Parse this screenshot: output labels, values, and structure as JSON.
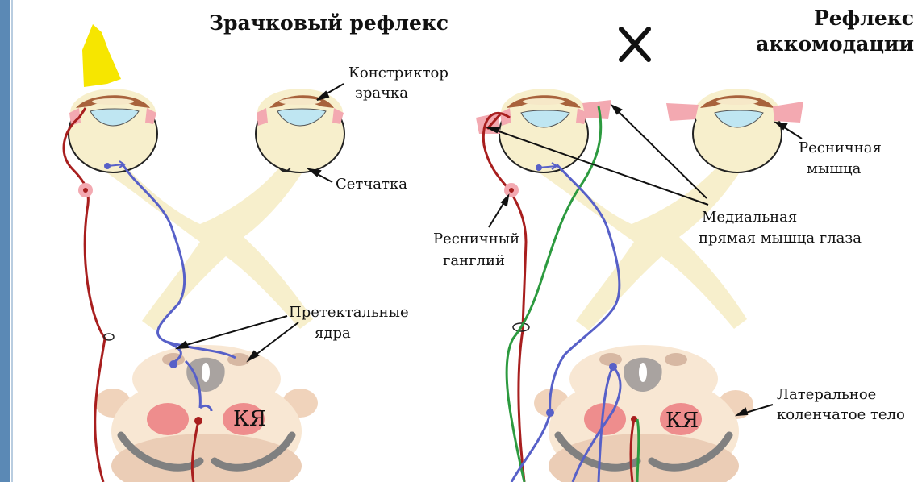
{
  "left_panel": {
    "title": "Зрачковый рефлекс",
    "labels": {
      "constrictor": [
        "Констриктор",
        "зрачка"
      ],
      "retina": "Сетчатка",
      "pretectal": [
        "Претектальные",
        "ядра"
      ],
      "ky": "КЯ"
    }
  },
  "right_panel": {
    "title": [
      "Рефлекс",
      "аккомодации"
    ],
    "labels": {
      "ciliary_muscle": [
        "Ресничная",
        "мышца"
      ],
      "medial_rectus": [
        "Медиальная",
        "прямая мышца глаза"
      ],
      "ciliary_ganglion": [
        "Ресничный",
        "ганглий"
      ],
      "lgn": [
        "Латеральное",
        "коленчатое тело"
      ],
      "ky": "КЯ"
    }
  },
  "cross_mark": "×",
  "colors": {
    "frame": "#5b89b5",
    "tissue": "#f7efcc",
    "brainstem": "#f8e7d3",
    "nucleus": "#d7b8a3",
    "red_nucleus": "#ee8d8d",
    "dark_band": "#808080",
    "lens": "#bfe6f2",
    "iris": "#a8623c",
    "ciliary": "#f3a9b1",
    "red_path": "#a81e1e",
    "blue_path": "#5760c8",
    "green_path": "#2c9a3f",
    "yellow_light": "#f6e600"
  }
}
